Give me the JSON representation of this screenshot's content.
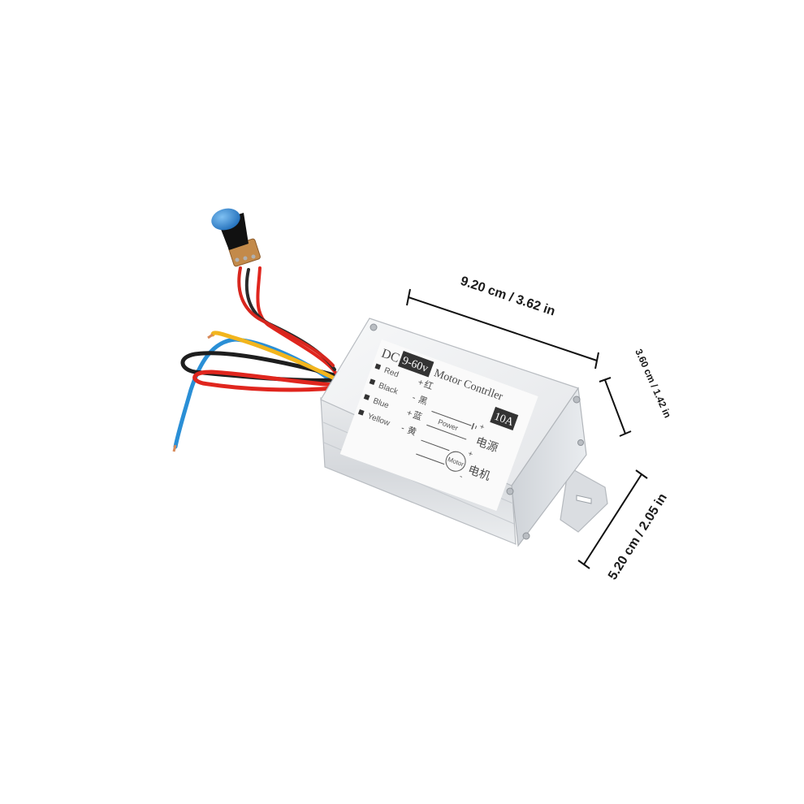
{
  "product": {
    "label": {
      "dc": "DC",
      "voltage": "9-60v",
      "title": "Motor Contrller",
      "current": "10A",
      "power_word": "Power",
      "motor_word": "Motor",
      "power_cn": "电源",
      "motor_cn": "电机",
      "plus": "+",
      "minus": "-",
      "wires": [
        {
          "name": "Red",
          "sign": "+",
          "cn": "红"
        },
        {
          "name": "Black",
          "sign": "-",
          "cn": "黑"
        },
        {
          "name": "Blue",
          "sign": "+",
          "cn": "蓝"
        },
        {
          "name": "Yellow",
          "sign": "-",
          "cn": "黄"
        }
      ]
    }
  },
  "dimensions": {
    "length": "9.20 cm / 3.62 in",
    "height": "3.60 cm / 1.42 in",
    "width": "5.20 cm / 2.05 in"
  },
  "colors": {
    "wire_red": "#e0261e",
    "wire_black": "#1e1e1e",
    "wire_blue": "#2a8fd6",
    "wire_yellow": "#f2b51d",
    "knob_blue": "#2f86d8",
    "housing": "#e9ebee"
  }
}
